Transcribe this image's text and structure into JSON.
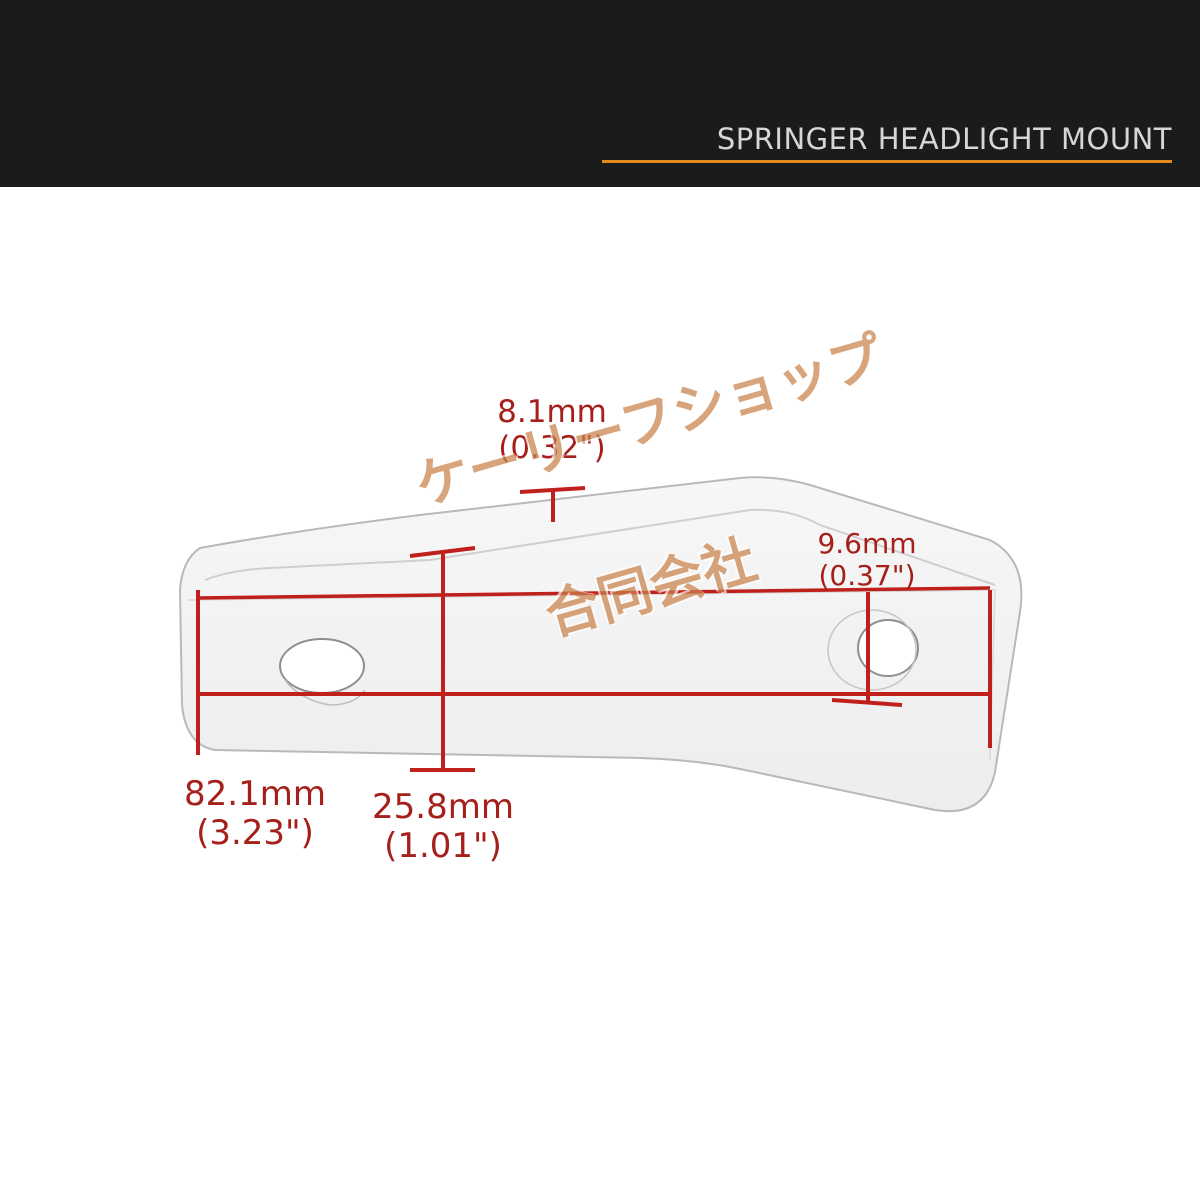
{
  "header": {
    "title": "SPRINGER HEADLIGHT MOUNT",
    "accent_color": "#e08a1e",
    "background_color": "#1b1b1b"
  },
  "dimensions": {
    "width_total": {
      "mm": "82.1mm",
      "inch": "(3.23\")"
    },
    "height": {
      "mm": "25.8mm",
      "inch": "(1.01\")"
    },
    "thickness": {
      "mm": "8.1mm",
      "inch": "(0.32\")"
    },
    "hole_offset": {
      "mm": "9.6mm",
      "inch": "(0.37\")"
    },
    "line_color": "#c0201b"
  },
  "watermark": {
    "line1": "ケーリーフショップ",
    "line2": "合同会社"
  }
}
